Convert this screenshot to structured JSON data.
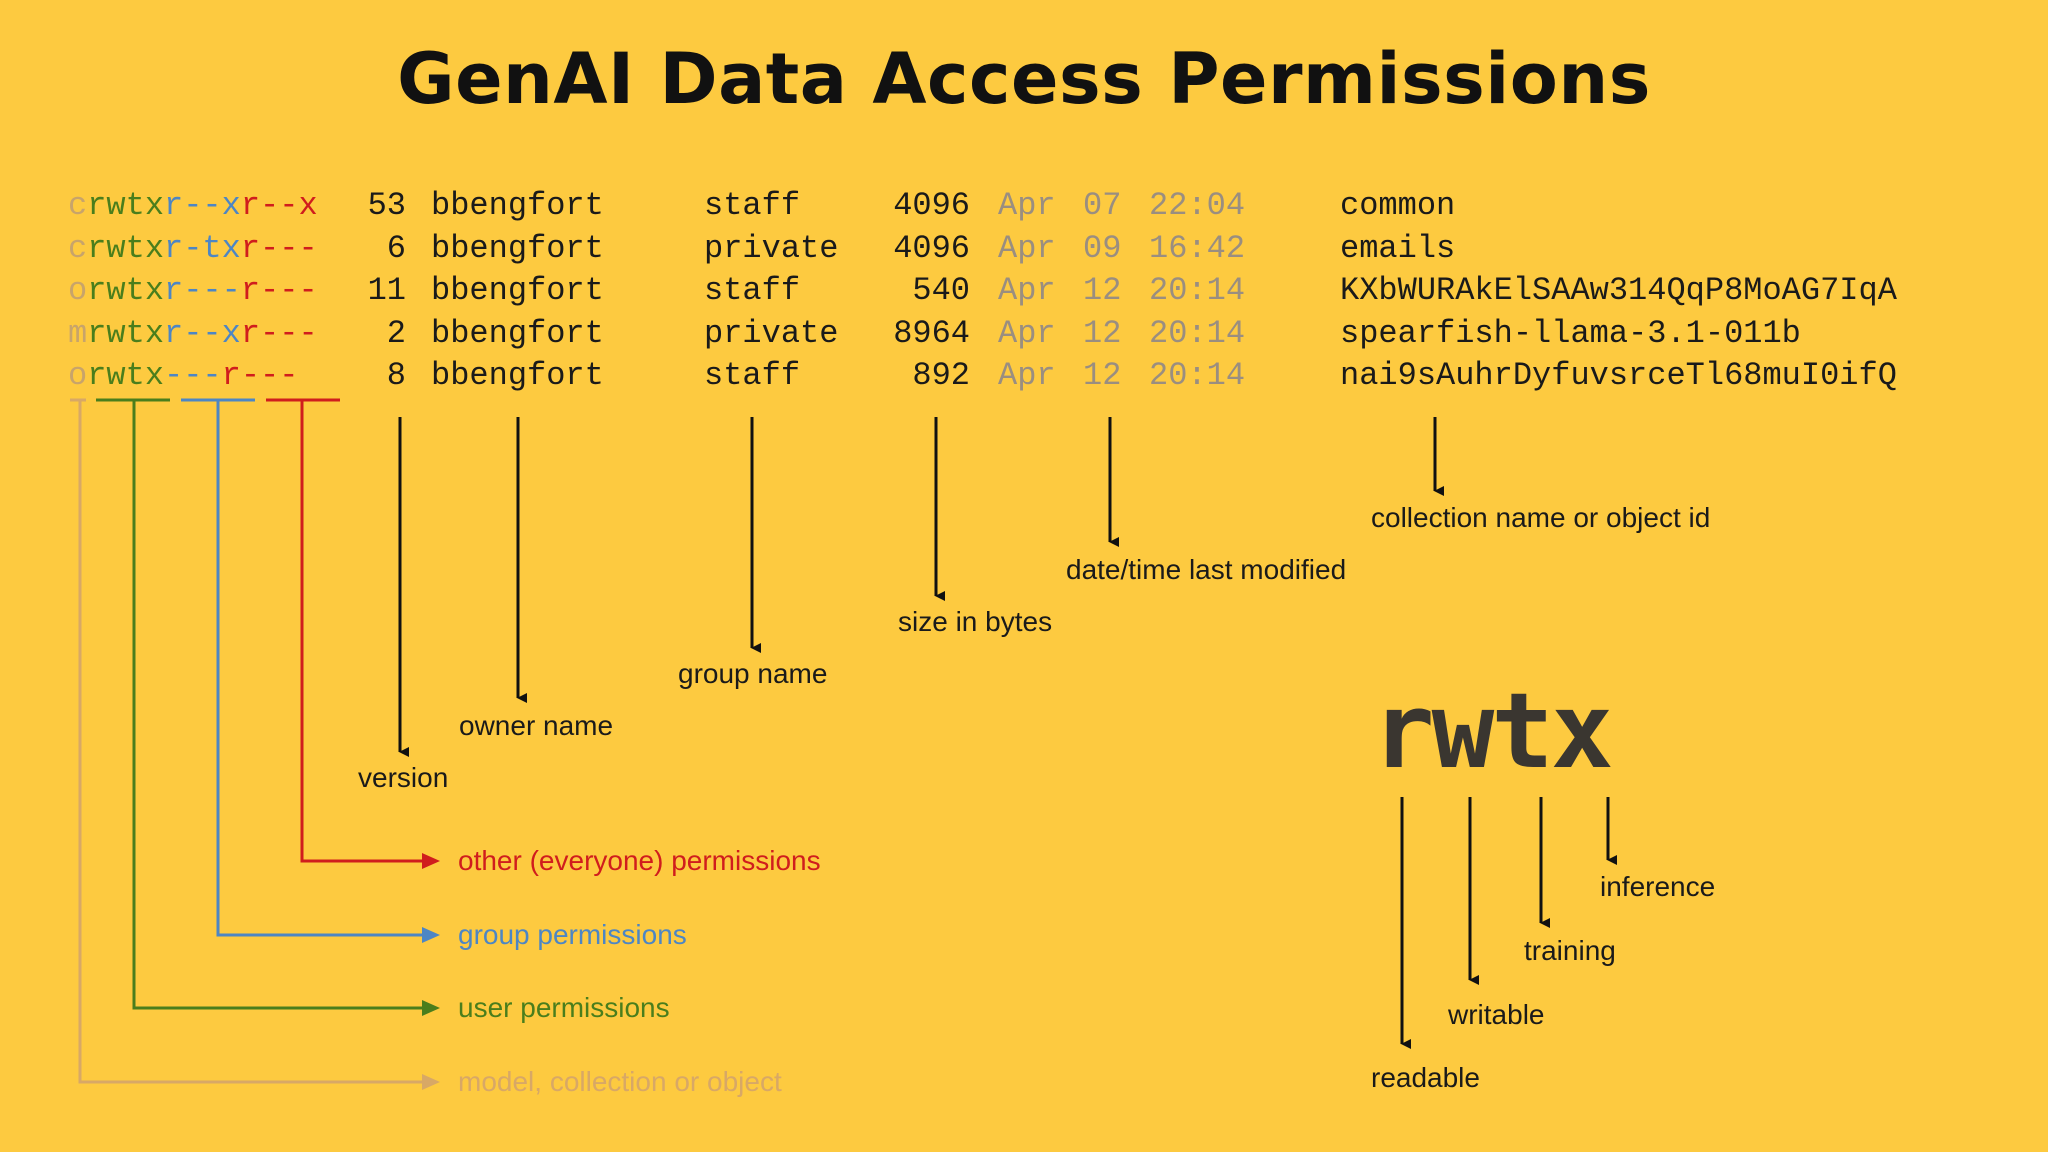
{
  "title": "GenAI Data Access Permissions",
  "colors": {
    "background": "#fdca40",
    "type_bit": "#c8a46a",
    "user_bits": "#4a7e1c",
    "group_bits": "#4d86c4",
    "other_bits": "#d01d1d",
    "date": "#9a8e80",
    "text": "#1a1a1a"
  },
  "rows": [
    {
      "type": "c",
      "user": "rwtx",
      "group": "r--x",
      "other": "r--x",
      "version": "53",
      "owner": "bbengfort",
      "group_name": "staff",
      "size": "4096",
      "month": "Apr",
      "day": "07",
      "time": "22:04",
      "name": "common"
    },
    {
      "type": "c",
      "user": "rwtx",
      "group": "r-tx",
      "other": "r---",
      "version": "6",
      "owner": "bbengfort",
      "group_name": "private",
      "size": "4096",
      "month": "Apr",
      "day": "09",
      "time": "16:42",
      "name": "emails"
    },
    {
      "type": "o",
      "user": "rwtx",
      "group": "r---",
      "other": "r---",
      "version": "11",
      "owner": "bbengfort",
      "group_name": "staff",
      "size": "540",
      "month": "Apr",
      "day": "12",
      "time": "20:14",
      "name": "KXbWURAkElSAAw314QqP8MoAG7IqA"
    },
    {
      "type": "m",
      "user": "rwtx",
      "group": "r--x",
      "other": "r---",
      "version": "2",
      "owner": "bbengfort",
      "group_name": "private",
      "size": "8964",
      "month": "Apr",
      "day": "12",
      "time": "20:14",
      "name": "spearfish-llama-3.1-011b"
    },
    {
      "type": "o",
      "user": "rwtx",
      "group": "---",
      "other": "r---",
      "version": "8",
      "owner": "bbengfort",
      "group_name": "staff",
      "size": "892",
      "month": "Apr",
      "day": "12",
      "time": "20:14",
      "name": "nai9sAuhrDyfuvsrceTl68muI0ifQ"
    }
  ],
  "labels": {
    "version": "version",
    "owner": "owner name",
    "group_name": "group name",
    "size": "size in bytes",
    "date": "date/time last modified",
    "name": "collection name or object id",
    "other_perms": "other (everyone) permissions",
    "group_perms": "group permissions",
    "user_perms": "user permissions",
    "type": "model, collection or object"
  },
  "rwtx": {
    "letters": "rwtx",
    "readable": "readable",
    "writable": "writable",
    "training": "training",
    "inference": "inference"
  }
}
